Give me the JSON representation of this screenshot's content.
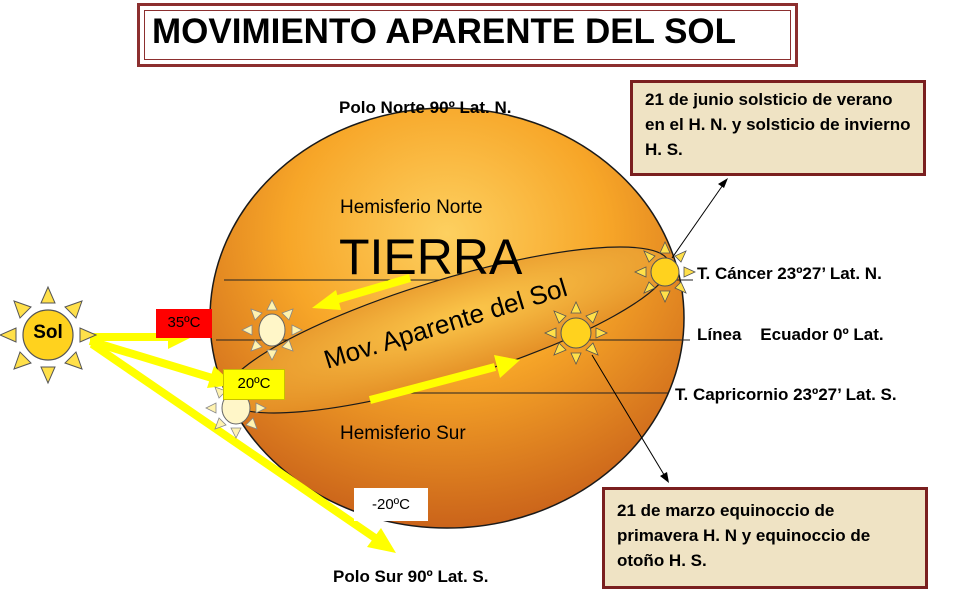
{
  "title": "MOVIMIENTO APARENTE DEL SOL",
  "labels": {
    "north_pole": "Polo Norte 90º Lat. N.",
    "south_pole": "Polo Sur 90º Lat. S.",
    "north_hemisphere": "Hemisferio Norte",
    "south_hemisphere": "Hemisferio Sur",
    "earth": "TIERRA",
    "sun_path": "Mov. Aparente del Sol",
    "sun": "Sol",
    "tropic_cancer": "T. Cáncer 23º27’ Lat. N.",
    "equator": "Línea    Ecuador 0º Lat.",
    "tropic_capricorn": "T. Capricornio 23º27’ Lat. S."
  },
  "notes": {
    "june": "21 de junio solsticio de verano en el H. N. y solsticio de invierno H. S.",
    "march": "21 de marzo equinoccio de primavera H. N y equinoccio de otoño H. S."
  },
  "temperatures": {
    "t1": "35ºC",
    "t2": "20ºC",
    "t3": "-20ºC"
  },
  "colors": {
    "earth_light": "#fbbf3a",
    "earth_dark": "#c8611a",
    "sun_yellow": "#ffd21e",
    "arrow_yellow": "#ffff00",
    "temp_red": "#ff0000",
    "border_dark_red": "#7a1f1f",
    "note_bg": "#efe3c4"
  }
}
